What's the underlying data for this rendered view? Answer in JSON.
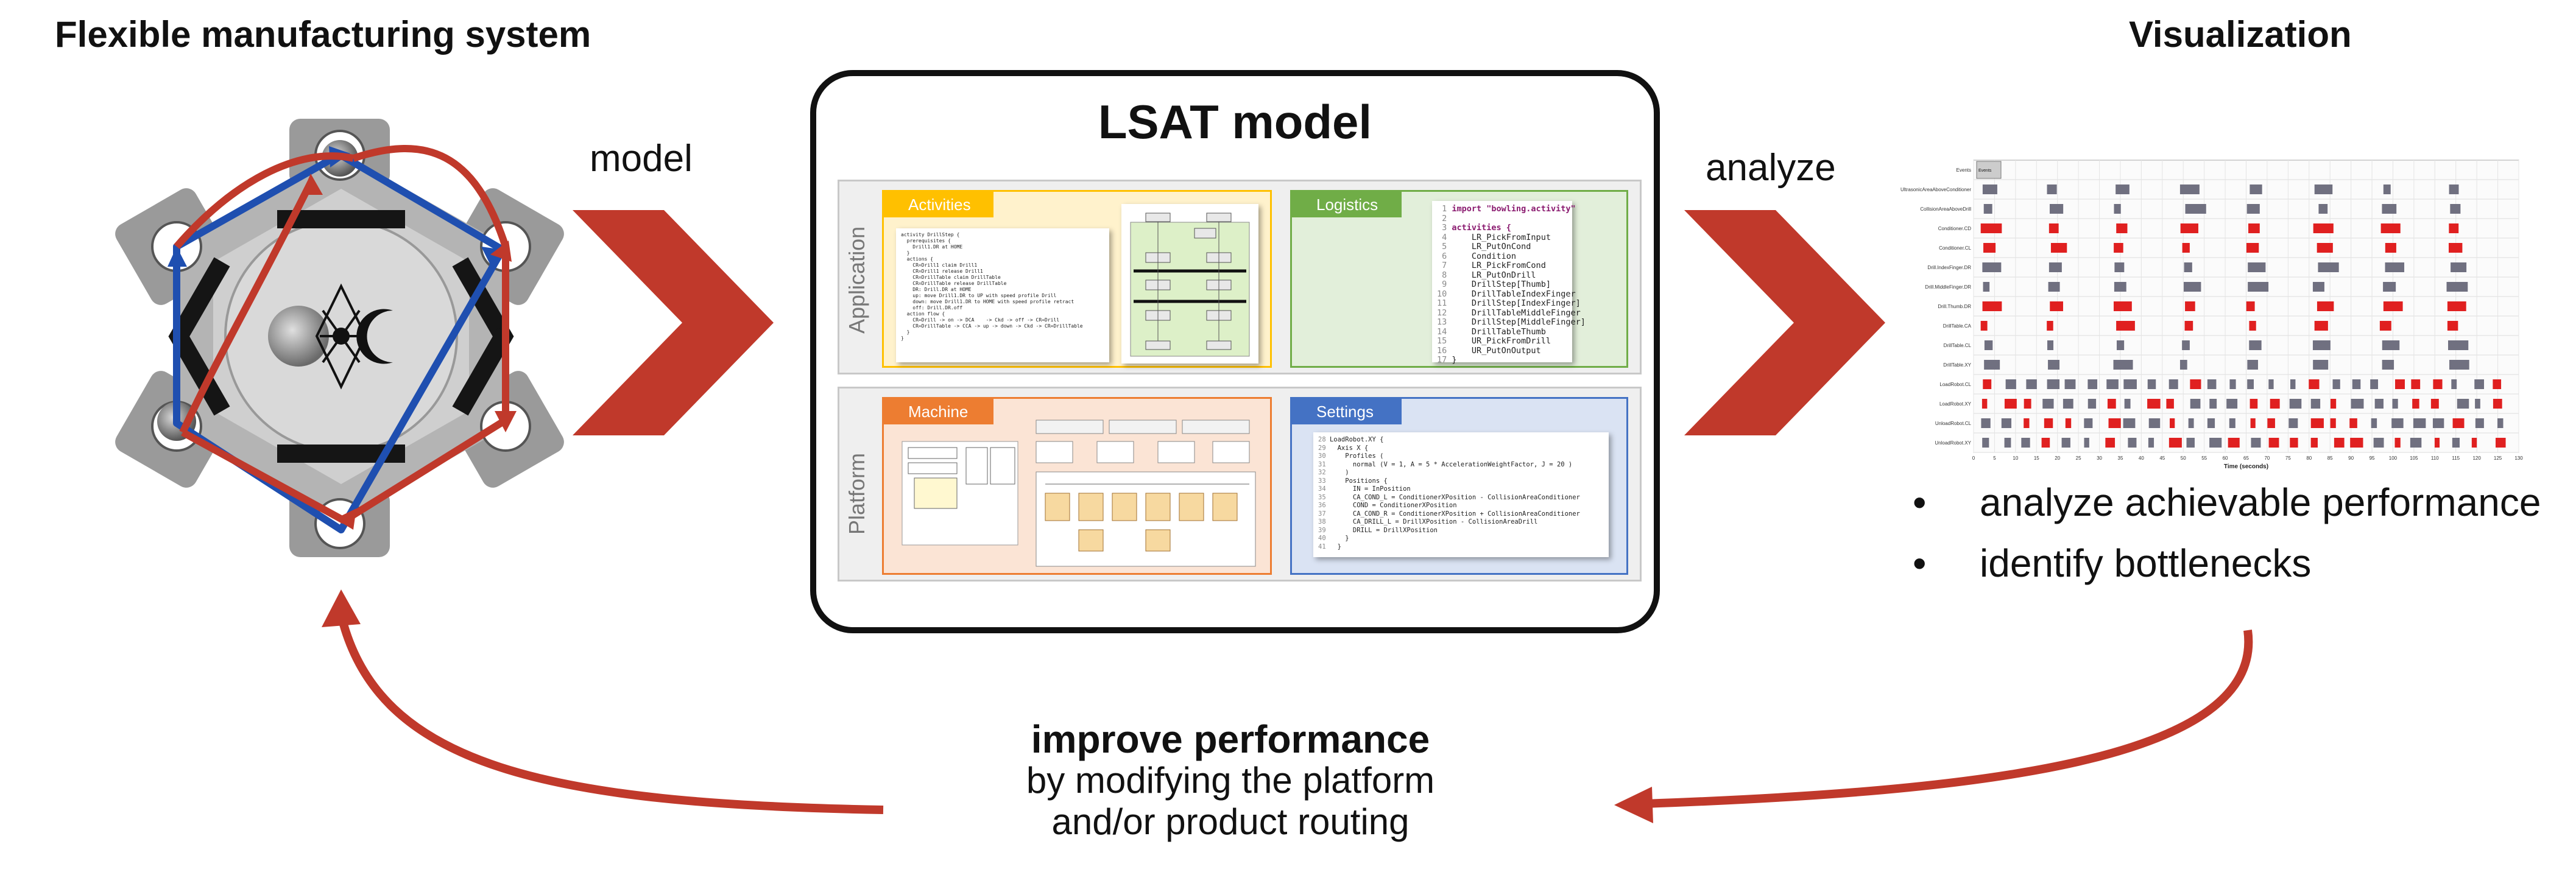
{
  "headings": {
    "fms": "Flexible manufacturing system",
    "visualization": "Visualization"
  },
  "arrows": {
    "model": "model",
    "analyze": "analyze"
  },
  "lsat": {
    "title": "LSAT model",
    "application_label": "Application",
    "platform_label": "Platform",
    "panels": {
      "activities": "Activities",
      "logistics": "Logistics",
      "machine": "Machine",
      "settings": "Settings"
    },
    "logistics_code": [
      {
        "n": "1",
        "t": "import \"bowling.activity\""
      },
      {
        "n": "2",
        "t": ""
      },
      {
        "n": "3",
        "t": "activities {"
      },
      {
        "n": "4",
        "t": "    LR_PickFromInput"
      },
      {
        "n": "5",
        "t": "    LR_PutOnCond"
      },
      {
        "n": "6",
        "t": "    Condition"
      },
      {
        "n": "7",
        "t": "    LR_PickFromCond"
      },
      {
        "n": "8",
        "t": "    LR_PutOnDrill"
      },
      {
        "n": "9",
        "t": "    DrillStep[Thumb]"
      },
      {
        "n": "10",
        "t": "    DrillTableIndexFinger"
      },
      {
        "n": "11",
        "t": "    DrillStep[IndexFinger]"
      },
      {
        "n": "12",
        "t": "    DrillTableMiddleFinger"
      },
      {
        "n": "13",
        "t": "    DrillStep[MiddleFinger]"
      },
      {
        "n": "14",
        "t": "    DrillTableThumb"
      },
      {
        "n": "15",
        "t": "    UR_PickFromDrill"
      },
      {
        "n": "16",
        "t": "    UR_PutOnOutput"
      },
      {
        "n": "17",
        "t": "}"
      }
    ],
    "settings_code": [
      {
        "n": "28",
        "t": "LoadRobot.XY {"
      },
      {
        "n": "29",
        "t": "  Axis X {"
      },
      {
        "n": "30",
        "t": "    Profiles ("
      },
      {
        "n": "31",
        "t": "      normal (V = 1, A = 5 * AccelerationWeightFactor, J = 20 )"
      },
      {
        "n": "32",
        "t": "    )"
      },
      {
        "n": "33",
        "t": "    Positions {"
      },
      {
        "n": "34",
        "t": "      IN = InPosition"
      },
      {
        "n": "35",
        "t": "      CA_COND_L = ConditionerXPosition - CollisionAreaConditioner"
      },
      {
        "n": "36",
        "t": "      COND = ConditionerXPosition"
      },
      {
        "n": "37",
        "t": "      CA_COND_R = ConditionerXPosition + CollisionAreaConditioner"
      },
      {
        "n": "38",
        "t": "      CA_DRILL_L = DrillXPosition - CollisionAreaDrill"
      },
      {
        "n": "39",
        "t": "      DRILL = DrillXPosition"
      },
      {
        "n": "40",
        "t": "    }"
      },
      {
        "n": "41",
        "t": "  }"
      }
    ],
    "activities_code": [
      "activity DrillStep {",
      "  prerequisites {",
      "    Drill1.DR at HOME",
      "  }",
      "  actions {",
      "    CR=Drill1 claim Drill1",
      "    CR=Drill1 release Drill1",
      "    CR=DrillTable claim DrillTable",
      "    CR=DrillTable release DrillTable",
      "",
      "    DR: Drill.DR at HOME",
      "    up: move Drill1.DR to UP with speed profile Drill",
      "    down: move Drill1.DR to HOME with speed profile retract",
      "    off: Drill.DR.off",
      "",
      "  action flow {",
      "    CR=Drill -> on -> DCA    -> Ckd -> off -> CR=Drill",
      "    CR=DrillTable -> CCA -> up -> down -> Ckd -> CR=DrillTable",
      "  }",
      "}"
    ]
  },
  "visualization": {
    "bullets": [
      "analyze achievable performance",
      "identify bottlenecks"
    ],
    "gantt": {
      "legend": "Events",
      "x_label": "Time (seconds)",
      "rows": [
        "Events",
        "UltrasonicAreaAboveConditioner",
        "CollisionAreaAboveDrill",
        "Conditioner.CD",
        "Conditioner.CL",
        "Drill.IndexFinger.DR",
        "Drill.MiddleFinger.DR",
        "Drill.Thumb.DR",
        "DrillTable.CA",
        "DrillTable.CL",
        "DrillTable.XY",
        "LoadRobot.CL",
        "LoadRobot.XY",
        "UnloadRobot.CL",
        "UnloadRobot.XY"
      ],
      "x_ticks": [
        "0",
        "5",
        "10",
        "15",
        "20",
        "25",
        "30",
        "35",
        "40",
        "45",
        "50",
        "55",
        "60",
        "65",
        "70",
        "75",
        "80",
        "85",
        "90",
        "95",
        "100",
        "105",
        "110",
        "115",
        "120",
        "125",
        "130"
      ]
    }
  },
  "improve": {
    "title": "improve performance",
    "line1": "by modifying the platform",
    "line2": "and/or product routing"
  },
  "colors": {
    "arrow_red": "#c0392b",
    "loop_blue": "#1f4fb0",
    "activities": "#ffc000",
    "logistics": "#70ad47",
    "machine": "#ed7d31",
    "settings": "#4472c4",
    "gantt_red": "#e02020",
    "gantt_gray": "#707080"
  }
}
